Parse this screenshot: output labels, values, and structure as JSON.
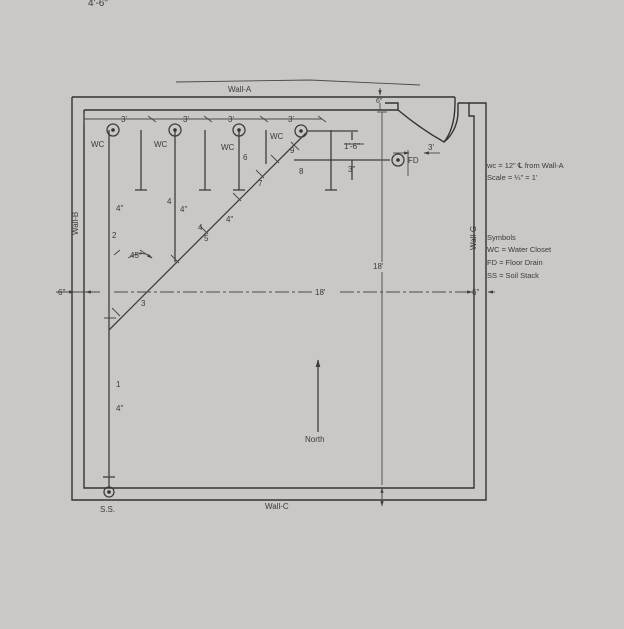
{
  "page_corner_text": "4'-6\"",
  "walls": {
    "a": "Wall-A",
    "b": "Wall-B",
    "c": "Wall-C",
    "g": "Wall-G"
  },
  "dims": {
    "wc_spacing": [
      "3'",
      "3'",
      "3'",
      "3'"
    ],
    "top_gap": "6\"",
    "fd_run": "3'",
    "wc_to_fd": "1'-6\"",
    "fd_offset": "3\"",
    "width": "18'",
    "height": "18'",
    "left_gap": "6\"",
    "right_gap": "6\"",
    "pipe_size_top_left": "4\"",
    "pipe_size_stubs": [
      "4\"",
      "4\""
    ],
    "pipe_size_diag": "4\"",
    "pipe_size_bottom": "4\"",
    "angle": "45°"
  },
  "fixtures": {
    "wc": [
      "WC",
      "WC",
      "WC",
      "WC"
    ],
    "fd": "FD",
    "ss": "S.S."
  },
  "segments": [
    "1",
    "2",
    "3",
    "4",
    "4",
    "5",
    "6",
    "7",
    "8",
    "9"
  ],
  "north": "North",
  "notes": [
    "wc = 12\" ℄ from Wall-A",
    "Scale = ¼\" = 1'"
  ],
  "symbols": {
    "title": "Symbols",
    "items": [
      "WC = Water Closet",
      "FD = Floor Drain",
      "SS = Soil Stack"
    ]
  }
}
